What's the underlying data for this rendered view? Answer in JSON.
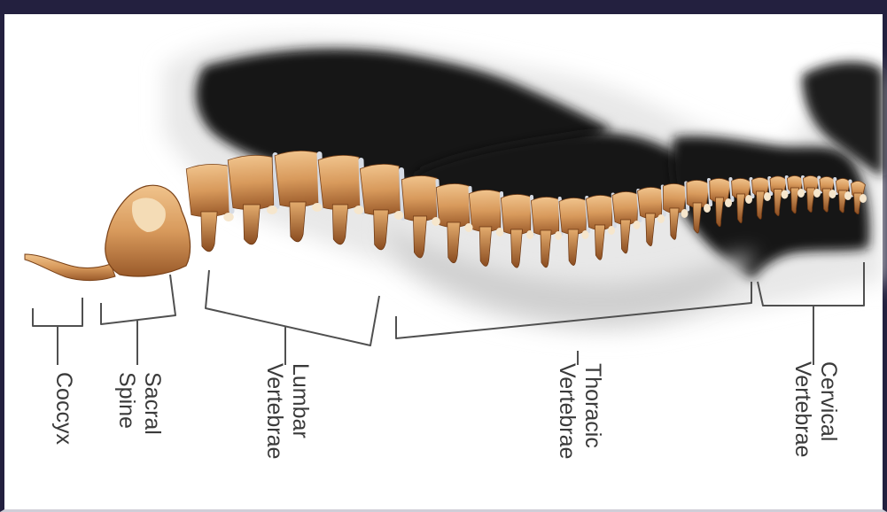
{
  "figure": {
    "subject": "Lateral view of the human spine over an X-ray silhouette of the body",
    "colors": {
      "frame": "#23203f",
      "bone": "#d8a066",
      "bone_dark": "#9a5a2a",
      "disc": "#d6dbe4",
      "xray": "#161616",
      "label": "#3a3a3a"
    }
  },
  "labels": {
    "coccyx": {
      "line1": "Coccyx"
    },
    "sacral": {
      "line1": "Sacral",
      "line2": "Spine"
    },
    "lumbar": {
      "line1": "Lumbar",
      "line2": "Vertebrae"
    },
    "thoracic": {
      "line1": "Thoracic",
      "line2": "Vertebrae"
    },
    "cervical": {
      "line1": "Cervical",
      "line2": "Vertebrae"
    }
  }
}
